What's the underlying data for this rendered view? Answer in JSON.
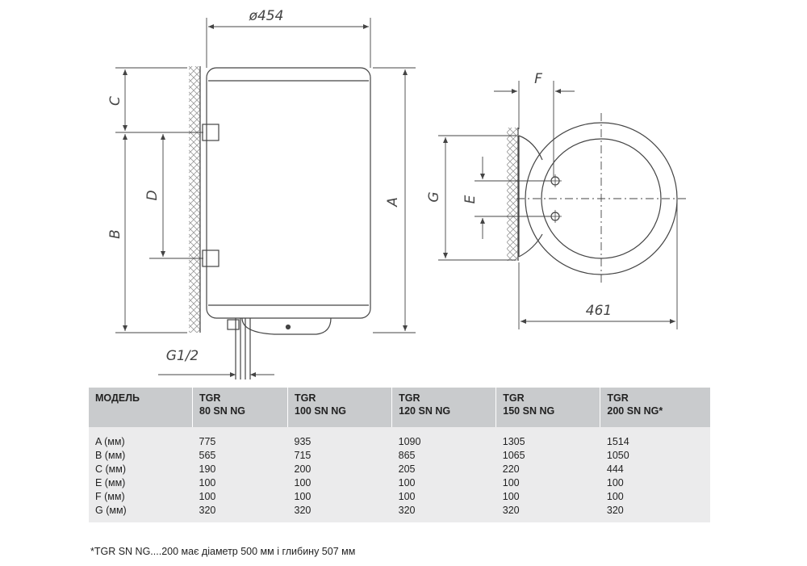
{
  "dimensions": {
    "diameter": "ø454",
    "width_top": "461",
    "A": "A",
    "B": "B",
    "C": "C",
    "D": "D",
    "E": "E",
    "F": "F",
    "G": "G",
    "thread": "G1/2"
  },
  "table": {
    "header_label": "МОДЕЛЬ",
    "models": [
      {
        "line1": "TGR",
        "line2": "80 SN NG"
      },
      {
        "line1": "TGR",
        "line2": "100 SN NG"
      },
      {
        "line1": "TGR",
        "line2": "120 SN NG"
      },
      {
        "line1": "TGR",
        "line2": "150 SN NG"
      },
      {
        "line1": "TGR",
        "line2": "200 SN NG*"
      }
    ],
    "rows": [
      {
        "label": "A (мм)",
        "values": [
          "775",
          "935",
          "1090",
          "1305",
          "1514"
        ]
      },
      {
        "label": "B (мм)",
        "values": [
          "565",
          "715",
          "865",
          "1065",
          "1050"
        ]
      },
      {
        "label": "C (мм)",
        "values": [
          "190",
          "200",
          "205",
          "220",
          "444"
        ]
      },
      {
        "label": "E (мм)",
        "values": [
          "100",
          "100",
          "100",
          "100",
          "100"
        ]
      },
      {
        "label": "F (мм)",
        "values": [
          "100",
          "100",
          "100",
          "100",
          "100"
        ]
      },
      {
        "label": "G (мм)",
        "values": [
          "320",
          "320",
          "320",
          "320",
          "320"
        ]
      }
    ]
  },
  "footnote": "*TGR SN NG....200 має діаметр 500 мм і глибину 507 мм",
  "colors": {
    "line": "#444444",
    "header_bg": "#c9cbcd",
    "body_bg": "#ebebec"
  }
}
